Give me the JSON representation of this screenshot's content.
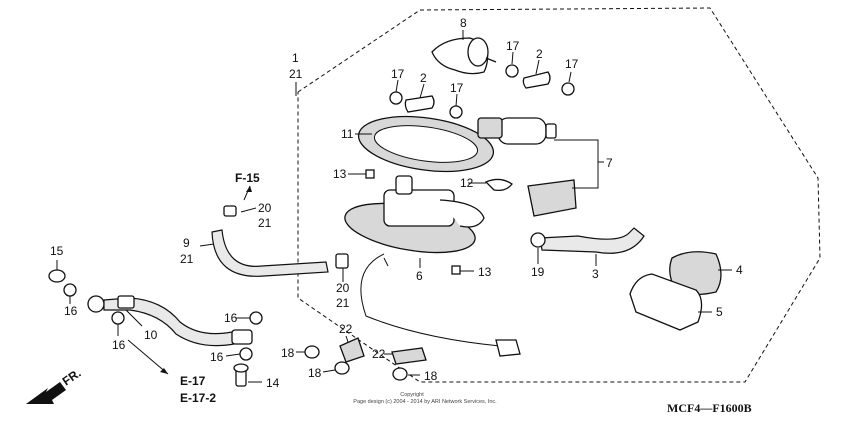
{
  "diagram_code": "MCF4—F1600B",
  "copyright": {
    "line1": "Copyright",
    "line2": "Page design (c) 2004 - 2014 by ARI Network Services, Inc."
  },
  "references": {
    "f15": "F-15",
    "e17": "E-17",
    "e172": "E-17-2",
    "fr": "FR."
  },
  "labels": {
    "l1": "1",
    "l21a": "21",
    "l8": "8",
    "l17a": "17",
    "l2a": "2",
    "l17b": "17",
    "l17c": "17",
    "l2b": "2",
    "l17d": "17",
    "l11": "11",
    "l7": "7",
    "l13a": "13",
    "l12": "12",
    "l20a": "20",
    "l21b": "21",
    "l15": "15",
    "l16a": "16",
    "l9": "9",
    "l21c": "21",
    "l20b": "20",
    "l21d": "21",
    "l6": "6",
    "l13b": "13",
    "l19": "19",
    "l3": "3",
    "l4": "4",
    "l5": "5",
    "l10": "10",
    "l16b": "16",
    "l16c": "16",
    "l16d": "16",
    "l22a": "22",
    "l22b": "22",
    "l18a": "18",
    "l18b": "18",
    "l18c": "18",
    "l14": "14"
  }
}
